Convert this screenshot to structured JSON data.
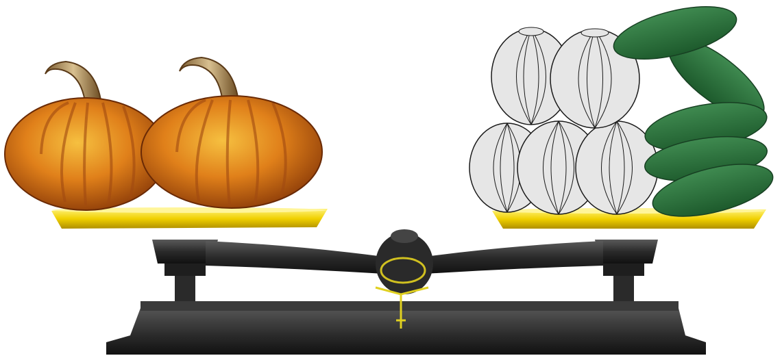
{
  "scene": {
    "left_pan": {
      "item": "pumpkin",
      "count": 2
    },
    "right_pan": {
      "items": [
        {
          "item": "white-gourd",
          "count": 5
        },
        {
          "item": "cucumber",
          "count": 5
        }
      ]
    },
    "balance_state": "level"
  },
  "colors": {
    "pumpkin": "#e0801a",
    "pumpkin_stem": "#a88a55",
    "gourd": "#e6e6e6",
    "gourd_outline": "#1a1a1a",
    "cucumber": "#2d6e3c",
    "pan": "#f0d000",
    "scale_body": "#2c2c2c",
    "pointer": "#e0d020"
  },
  "icons": [
    "pumpkin-icon",
    "white-gourd-icon",
    "cucumber-icon",
    "balance-scale-icon"
  ]
}
